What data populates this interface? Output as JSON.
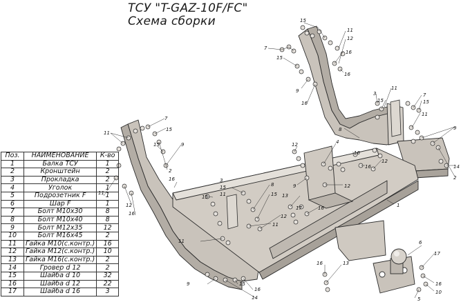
{
  "title": {
    "line1": "ТСУ \"T-GAZ-10F/FC\"",
    "line2": "Схема сборки"
  },
  "parts_table": {
    "headers": {
      "pos": "Поз.",
      "name": "НАИМЕНОВАНИЕ",
      "qty": "К-во"
    },
    "rows": [
      {
        "pos": "1",
        "name": "Балка ТСУ",
        "qty": "1"
      },
      {
        "pos": "2",
        "name": "Кронштейн",
        "qty": "2"
      },
      {
        "pos": "3",
        "name": "Прокладка",
        "qty": "2"
      },
      {
        "pos": "4",
        "name": "Уголок",
        "qty": "1"
      },
      {
        "pos": "5",
        "name": "Подрозетник F",
        "qty": "1"
      },
      {
        "pos": "6",
        "name": "Шар F",
        "qty": "1"
      },
      {
        "pos": "7",
        "name": "Болт М10х30",
        "qty": "8"
      },
      {
        "pos": "8",
        "name": "Болт М10х40",
        "qty": "8"
      },
      {
        "pos": "9",
        "name": "Болт М12х35",
        "qty": "12"
      },
      {
        "pos": "10",
        "name": "Болт М16х45",
        "qty": "2"
      },
      {
        "pos": "11",
        "name": "Гайка М10(с.контр.)",
        "qty": "16"
      },
      {
        "pos": "12",
        "name": "Гайка М12(с.контр.)",
        "qty": "10"
      },
      {
        "pos": "13",
        "name": "Гайка М16(с.контр.)",
        "qty": "2"
      },
      {
        "pos": "14",
        "name": "Гровер d 12",
        "qty": "2"
      },
      {
        "pos": "15",
        "name": "Шайба d 10",
        "qty": "32"
      },
      {
        "pos": "16",
        "name": "Шайба d 12",
        "qty": "22"
      },
      {
        "pos": "17",
        "name": "Шайба d 16",
        "qty": "3"
      }
    ]
  },
  "callouts": {
    "c15a": "15",
    "c11a": "11",
    "c7a": "7",
    "c12a": "12",
    "c15b": "15",
    "c16a": "16",
    "c9a": "9",
    "c16b": "16",
    "c3a": "3",
    "c11b": "11",
    "c15c": "15",
    "c7b": "7",
    "c8a": "8",
    "c2a": "2",
    "c9b": "9",
    "c12b": "12",
    "c8b": "8",
    "c14a": "14",
    "c2b": "2",
    "c7c": "7",
    "c11c": "11",
    "c15d": "15",
    "c8c": "8",
    "c12c": "12",
    "c3b": "3",
    "c9c": "9",
    "c16c": "16",
    "c11d": "11",
    "c12d": "12",
    "c16d": "16",
    "c12e": "12",
    "c4": "4",
    "c16e": "16",
    "c9d": "9",
    "c16f": "16",
    "c12f": "12",
    "c13": "13",
    "c17a": "17",
    "c16g": "16",
    "c1": "1",
    "c3c": "3",
    "c15e": "15",
    "c11e": "11",
    "c8d": "8",
    "c8e": "8",
    "c9e": "9",
    "c15f": "15",
    "c11f": "11",
    "c9f": "9",
    "c15g": "15",
    "c12g": "12",
    "c16h": "16",
    "c12h": "12",
    "c14b": "14",
    "c6": "6",
    "c17b": "17",
    "c16i": "16",
    "c13b": "13",
    "c10": "10",
    "c5": "5"
  }
}
